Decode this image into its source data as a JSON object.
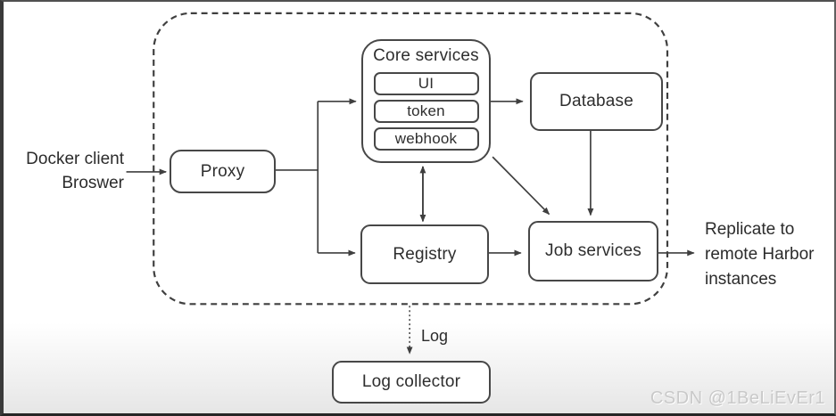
{
  "diagram": {
    "title_context": "Harbor architecture diagram",
    "nodes": {
      "proxy": "Proxy",
      "core_services": "Core services",
      "ui": "UI",
      "token": "token",
      "webhook": "webhook",
      "database": "Database",
      "registry": "Registry",
      "job_services": "Job services",
      "log_collector": "Log collector"
    },
    "external_labels": {
      "client": {
        "line1": "Docker client",
        "line2": "Broswer"
      },
      "replicate": {
        "line1": "Replicate to",
        "line2": "remote Harbor",
        "line3": "instances"
      },
      "log": "Log"
    },
    "watermark": "CSDN @1BeLiEvEr1",
    "colors": {
      "line": "#3f3f3f",
      "box_border": "#474747",
      "text": "#2e2e2e",
      "watermark": "#c9c9c9",
      "background": "#ffffff",
      "bottom_fade": "#e6e6e6"
    }
  }
}
